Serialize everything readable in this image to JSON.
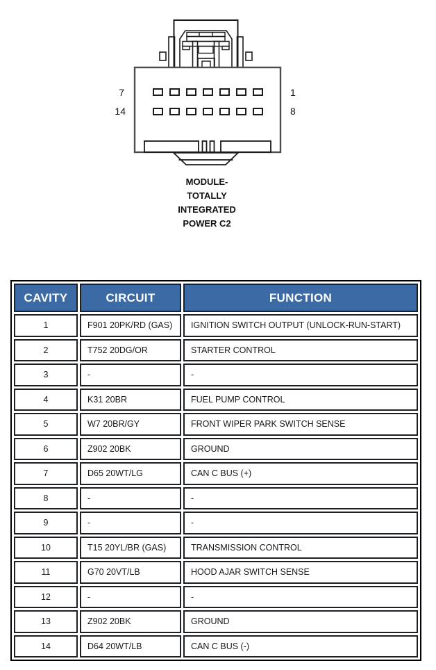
{
  "connector": {
    "caption": "MODULE-\nTOTALLY\nINTEGRATED\nPOWER C2",
    "pin_labels": {
      "top_left": "7",
      "bottom_left": "14",
      "top_right": "1",
      "bottom_right": "8"
    }
  },
  "table": {
    "headers": [
      "CAVITY",
      "CIRCUIT",
      "FUNCTION"
    ],
    "rows": [
      {
        "cavity": "1",
        "circuit": "F901 20PK/RD (GAS)",
        "function": "IGNITION SWITCH OUTPUT (UNLOCK-RUN-START)"
      },
      {
        "cavity": "2",
        "circuit": "T752 20DG/OR",
        "function": "STARTER CONTROL"
      },
      {
        "cavity": "3",
        "circuit": "-",
        "function": "-"
      },
      {
        "cavity": "4",
        "circuit": "K31 20BR",
        "function": "FUEL PUMP CONTROL"
      },
      {
        "cavity": "5",
        "circuit": "W7 20BR/GY",
        "function": "FRONT WIPER PARK SWITCH SENSE"
      },
      {
        "cavity": "6",
        "circuit": "Z902 20BK",
        "function": "GROUND"
      },
      {
        "cavity": "7",
        "circuit": "D65 20WT/LG",
        "function": "CAN C BUS (+)"
      },
      {
        "cavity": "8",
        "circuit": "-",
        "function": "-"
      },
      {
        "cavity": "9",
        "circuit": "-",
        "function": "-"
      },
      {
        "cavity": "10",
        "circuit": "T15 20YL/BR (GAS)",
        "function": "TRANSMISSION CONTROL"
      },
      {
        "cavity": "11",
        "circuit": "G70 20VT/LB",
        "function": "HOOD AJAR SWITCH SENSE"
      },
      {
        "cavity": "12",
        "circuit": "-",
        "function": "-"
      },
      {
        "cavity": "13",
        "circuit": "Z902 20BK",
        "function": "GROUND"
      },
      {
        "cavity": "14",
        "circuit": "D64 20WT/LB",
        "function": "CAN C BUS (-)"
      }
    ]
  },
  "colors": {
    "header_bg": "#3b6aa5",
    "header_text": "#ffffff"
  }
}
